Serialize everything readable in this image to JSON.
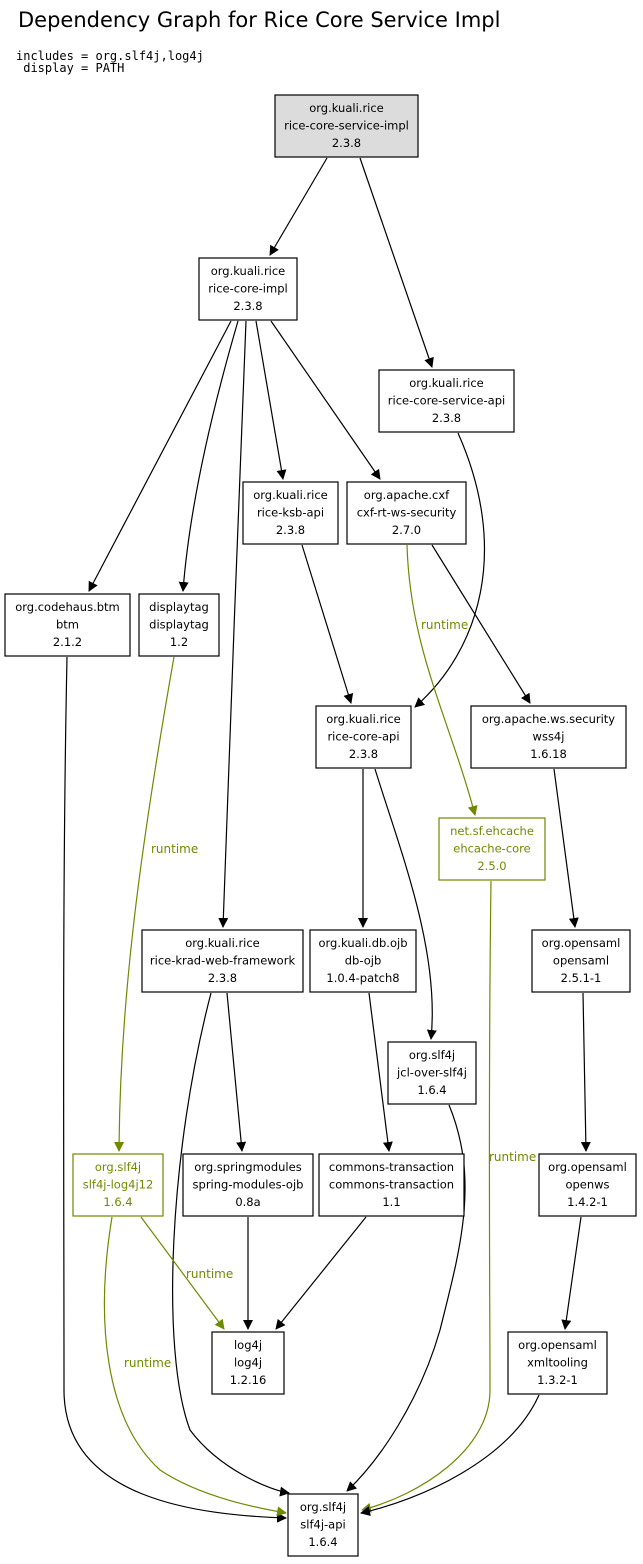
{
  "header": {
    "title": "Dependency Graph for Rice Core Service Impl",
    "includes_line": "includes = org.slf4j,log4j",
    "display_line": " display = PATH"
  },
  "colors": {
    "default": "#000000",
    "runtime": "#6e8a00",
    "root_fill": "#dcdcdc",
    "node_fill": "#ffffff"
  },
  "nodes": [
    {
      "id": "rice-core-service-impl",
      "group": "org.kuali.rice",
      "artifact": "rice-core-service-impl",
      "version": "2.3.8",
      "root": true
    },
    {
      "id": "rice-core-impl",
      "group": "org.kuali.rice",
      "artifact": "rice-core-impl",
      "version": "2.3.8"
    },
    {
      "id": "rice-core-service-api",
      "group": "org.kuali.rice",
      "artifact": "rice-core-service-api",
      "version": "2.3.8"
    },
    {
      "id": "rice-ksb-api",
      "group": "org.kuali.rice",
      "artifact": "rice-ksb-api",
      "version": "2.3.8"
    },
    {
      "id": "cxf-rt-ws-security",
      "group": "org.apache.cxf",
      "artifact": "cxf-rt-ws-security",
      "version": "2.7.0"
    },
    {
      "id": "btm",
      "group": "org.codehaus.btm",
      "artifact": "btm",
      "version": "2.1.2"
    },
    {
      "id": "displaytag",
      "group": "displaytag",
      "artifact": "displaytag",
      "version": "1.2"
    },
    {
      "id": "rice-core-api",
      "group": "org.kuali.rice",
      "artifact": "rice-core-api",
      "version": "2.3.8"
    },
    {
      "id": "wss4j",
      "group": "org.apache.ws.security",
      "artifact": "wss4j",
      "version": "1.6.18"
    },
    {
      "id": "ehcache-core",
      "group": "net.sf.ehcache",
      "artifact": "ehcache-core",
      "version": "2.5.0",
      "runtime": true
    },
    {
      "id": "rice-krad-web-framework",
      "group": "org.kuali.rice",
      "artifact": "rice-krad-web-framework",
      "version": "2.3.8"
    },
    {
      "id": "db-ojb",
      "group": "org.kuali.db.ojb",
      "artifact": "db-ojb",
      "version": "1.0.4-patch8"
    },
    {
      "id": "opensaml",
      "group": "org.opensaml",
      "artifact": "opensaml",
      "version": "2.5.1-1"
    },
    {
      "id": "jcl-over-slf4j",
      "group": "org.slf4j",
      "artifact": "jcl-over-slf4j",
      "version": "1.6.4"
    },
    {
      "id": "slf4j-log4j12",
      "group": "org.slf4j",
      "artifact": "slf4j-log4j12",
      "version": "1.6.4",
      "runtime": true
    },
    {
      "id": "spring-modules-ojb",
      "group": "org.springmodules",
      "artifact": "spring-modules-ojb",
      "version": "0.8a"
    },
    {
      "id": "commons-transaction",
      "group": "commons-transaction",
      "artifact": "commons-transaction",
      "version": "1.1"
    },
    {
      "id": "openws",
      "group": "org.opensaml",
      "artifact": "openws",
      "version": "1.4.2-1"
    },
    {
      "id": "log4j",
      "group": "log4j",
      "artifact": "log4j",
      "version": "1.2.16"
    },
    {
      "id": "xmltooling",
      "group": "org.opensaml",
      "artifact": "xmltooling",
      "version": "1.3.2-1"
    },
    {
      "id": "slf4j-api",
      "group": "org.slf4j",
      "artifact": "slf4j-api",
      "version": "1.6.4"
    }
  ],
  "edges": [
    {
      "from": "rice-core-service-impl",
      "to": "rice-core-impl"
    },
    {
      "from": "rice-core-service-impl",
      "to": "rice-core-service-api"
    },
    {
      "from": "rice-core-impl",
      "to": "btm"
    },
    {
      "from": "rice-core-impl",
      "to": "displaytag"
    },
    {
      "from": "rice-core-impl",
      "to": "rice-krad-web-framework"
    },
    {
      "from": "rice-core-impl",
      "to": "rice-ksb-api"
    },
    {
      "from": "rice-core-impl",
      "to": "cxf-rt-ws-security"
    },
    {
      "from": "rice-core-service-api",
      "to": "rice-core-api"
    },
    {
      "from": "rice-ksb-api",
      "to": "rice-core-api"
    },
    {
      "from": "cxf-rt-ws-security",
      "to": "ehcache-core",
      "label": "runtime",
      "runtime": true
    },
    {
      "from": "cxf-rt-ws-security",
      "to": "wss4j"
    },
    {
      "from": "btm",
      "to": "slf4j-api"
    },
    {
      "from": "displaytag",
      "to": "slf4j-log4j12",
      "label": "runtime",
      "runtime": true
    },
    {
      "from": "rice-core-api",
      "to": "db-ojb"
    },
    {
      "from": "rice-core-api",
      "to": "jcl-over-slf4j"
    },
    {
      "from": "wss4j",
      "to": "opensaml"
    },
    {
      "from": "ehcache-core",
      "to": "slf4j-api",
      "label": "runtime",
      "runtime": true
    },
    {
      "from": "rice-krad-web-framework",
      "to": "spring-modules-ojb"
    },
    {
      "from": "rice-krad-web-framework",
      "to": "slf4j-api"
    },
    {
      "from": "db-ojb",
      "to": "commons-transaction"
    },
    {
      "from": "opensaml",
      "to": "openws"
    },
    {
      "from": "jcl-over-slf4j",
      "to": "slf4j-api"
    },
    {
      "from": "slf4j-log4j12",
      "to": "log4j",
      "label": "runtime",
      "runtime": true
    },
    {
      "from": "slf4j-log4j12",
      "to": "slf4j-api",
      "label": "runtime",
      "runtime": true
    },
    {
      "from": "spring-modules-ojb",
      "to": "log4j"
    },
    {
      "from": "commons-transaction",
      "to": "log4j"
    },
    {
      "from": "openws",
      "to": "xmltooling"
    },
    {
      "from": "xmltooling",
      "to": "slf4j-api"
    }
  ]
}
